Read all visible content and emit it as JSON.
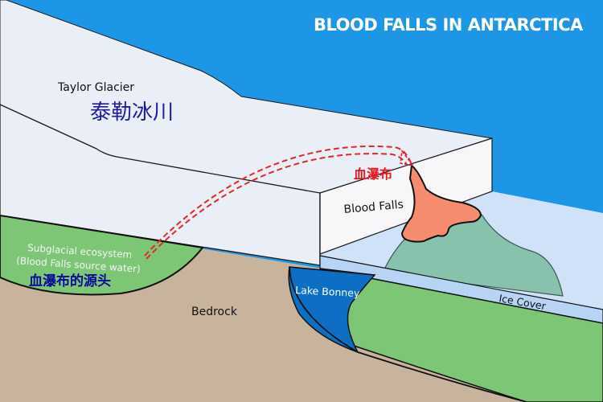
{
  "title": "BLOOD FALLS IN ANTARCTICA",
  "colors": {
    "sky": "#1e96e6",
    "glacier_top": "#e9eef7",
    "glacier_face": "#f7f7f9",
    "ice_cover": "#b7d4f4",
    "lake_background": "#cfe2f8",
    "bedrock": "#c8b49c",
    "ecosystem_green": "#7dc676",
    "lake_bonney": "#0c6fc3",
    "mound": "#88c2ad",
    "blood_falls": "#f58c70",
    "arrow": "#e02a2a"
  },
  "labels": {
    "glacier_en": "Taylor Glacier",
    "glacier_cn": "泰勒冰川",
    "ecosystem_line1": "Subglacial ecosystem",
    "ecosystem_line2": "(Blood Falls source water)",
    "ecosystem_cn": "血瀑布的源头",
    "blood_falls_en": "Blood Falls",
    "blood_falls_cn": "血瀑布",
    "bedrock": "Bedrock",
    "lake_bonney": "Lake Bonney",
    "ice_cover": "Ice Cover"
  }
}
